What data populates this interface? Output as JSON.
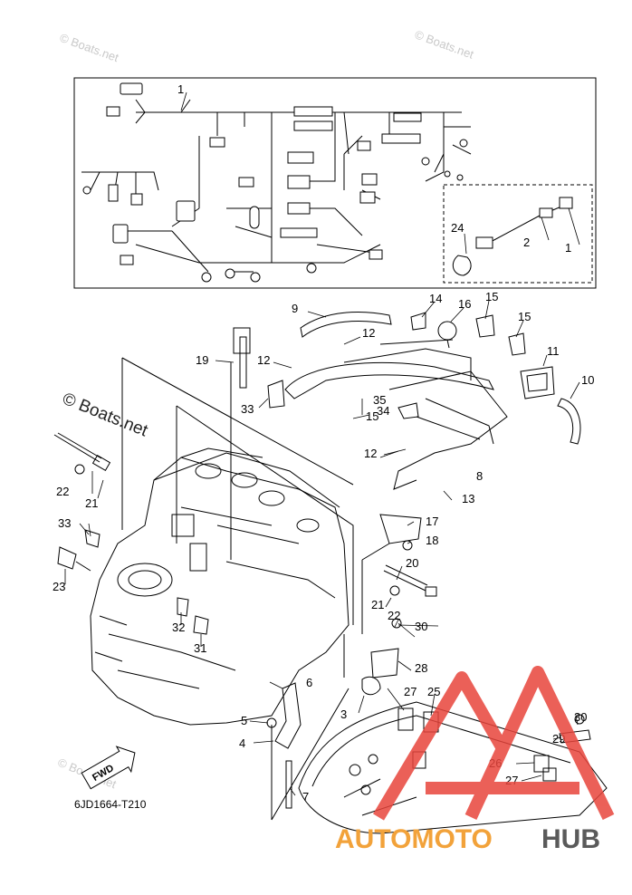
{
  "diagram": {
    "part_code": "6JD1664-T210",
    "fwd_label": "FWD",
    "watermark_main": "© Boats.net",
    "watermark_corner": "© Boats.net",
    "brand": {
      "part_a": "AUTOMOTO",
      "part_b": "HUB",
      "color_a": "#f2a23a",
      "color_b": "#5a5a5a",
      "logo_color": "#e8453c"
    },
    "callouts": [
      "1",
      "2",
      "1",
      "24",
      "3",
      "4",
      "5",
      "6",
      "7",
      "8",
      "9",
      "10",
      "11",
      "12",
      "12",
      "12",
      "13",
      "14",
      "15",
      "15",
      "15",
      "16",
      "17",
      "18",
      "19",
      "20",
      "21",
      "21",
      "22",
      "22",
      "23",
      "25",
      "26",
      "27",
      "27",
      "28",
      "29",
      "30",
      "30",
      "31",
      "32",
      "33",
      "33",
      "34",
      "35"
    ]
  }
}
